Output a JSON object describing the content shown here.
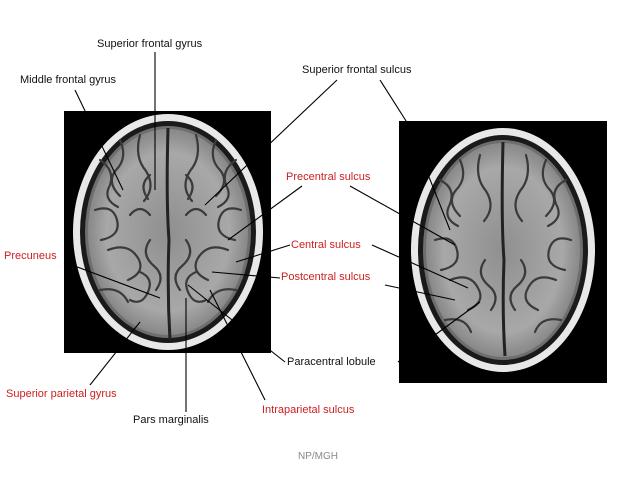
{
  "colors": {
    "black_label": "#111111",
    "red_label": "#cc1f1f",
    "leader_line": "#000000",
    "credit": "#888888"
  },
  "labels": {
    "superior_frontal_gyrus": "Superior frontal gyrus",
    "middle_frontal_gyrus": "Middle frontal gyrus",
    "superior_frontal_sulcus": "Superior frontal sulcus",
    "precentral_sulcus": "Precentral sulcus",
    "central_sulcus": "Central sulcus",
    "postcentral_sulcus": "Postcentral sulcus",
    "precuneus": "Precuneus",
    "paracentral_lobule": "Paracentral lobule",
    "superior_parietal_gyrus": "Superior parietal gyrus",
    "pars_marginalis": "Pars marginalis",
    "intraparietal_sulcus": "Intraparietal sulcus"
  },
  "credit": "NP/MGH"
}
